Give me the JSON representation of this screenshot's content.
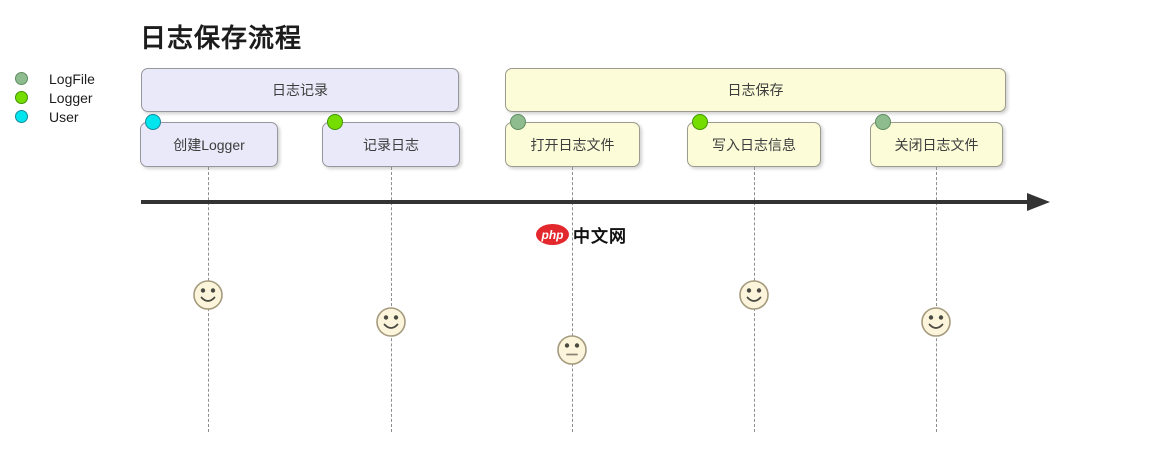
{
  "title": "日志保存流程",
  "legend": {
    "items": [
      {
        "label": "LogFile",
        "color": "#8fbc8f"
      },
      {
        "label": "Logger",
        "color": "#76dd00"
      },
      {
        "label": "User",
        "color": "#00e5ee"
      }
    ]
  },
  "groups": [
    {
      "label": "日志记录",
      "fill": "#e9e9f9"
    },
    {
      "label": "日志保存",
      "fill": "#fcfcd9"
    }
  ],
  "steps": [
    {
      "label": "创建Logger",
      "actor": "User",
      "dot_color": "#00e5ee"
    },
    {
      "label": "记录日志",
      "actor": "Logger",
      "dot_color": "#76dd00"
    },
    {
      "label": "打开日志文件",
      "actor": "LogFile",
      "dot_color": "#8fbc8f"
    },
    {
      "label": "写入日志信息",
      "actor": "Logger",
      "dot_color": "#76dd00"
    },
    {
      "label": "关闭日志文件",
      "actor": "LogFile",
      "dot_color": "#8fbc8f"
    }
  ],
  "faces": [
    {
      "mood": "happy"
    },
    {
      "mood": "happy"
    },
    {
      "mood": "neutral"
    },
    {
      "mood": "happy"
    },
    {
      "mood": "happy"
    }
  ],
  "watermark": {
    "badge": "php",
    "text": "中文网",
    "badge_color": "#e3282d"
  }
}
